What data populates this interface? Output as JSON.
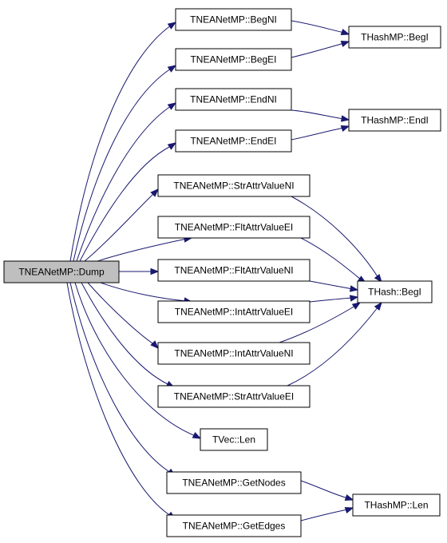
{
  "graph": {
    "colors": {
      "edge": "#191970",
      "root_fill": "#bfbfbf",
      "node_fill": "#ffffff",
      "border": "#000000"
    },
    "nodes": [
      {
        "id": "dump",
        "label": "TNEANetMP::Dump",
        "root": true
      },
      {
        "id": "begni",
        "label": "TNEANetMP::BegNI"
      },
      {
        "id": "begei",
        "label": "TNEANetMP::BegEI"
      },
      {
        "id": "endni",
        "label": "TNEANetMP::EndNI"
      },
      {
        "id": "endei",
        "label": "TNEANetMP::EndEI"
      },
      {
        "id": "strattrvalueni",
        "label": "TNEANetMP::StrAttrValueNI"
      },
      {
        "id": "fltattrvalueei",
        "label": "TNEANetMP::FltAttrValueEI"
      },
      {
        "id": "fltattrvalueni",
        "label": "TNEANetMP::FltAttrValueNI"
      },
      {
        "id": "intattrvalueei",
        "label": "TNEANetMP::IntAttrValueEI"
      },
      {
        "id": "intattrvalueni",
        "label": "TNEANetMP::IntAttrValueNI"
      },
      {
        "id": "strattrvalueei",
        "label": "TNEANetMP::StrAttrValueEI"
      },
      {
        "id": "tveclen",
        "label": "TVec::Len"
      },
      {
        "id": "getnodes",
        "label": "TNEANetMP::GetNodes"
      },
      {
        "id": "getedges",
        "label": "TNEANetMP::GetEdges"
      },
      {
        "id": "thashmpbegi",
        "label": "THashMP::BegI"
      },
      {
        "id": "thashmpendi",
        "label": "THashMP::EndI"
      },
      {
        "id": "thashbegi",
        "label": "THash::BegI"
      },
      {
        "id": "thashmplen",
        "label": "THashMP::Len"
      }
    ],
    "edges": [
      [
        "dump",
        "begni"
      ],
      [
        "dump",
        "begei"
      ],
      [
        "dump",
        "endni"
      ],
      [
        "dump",
        "endei"
      ],
      [
        "dump",
        "strattrvalueni"
      ],
      [
        "dump",
        "fltattrvalueei"
      ],
      [
        "dump",
        "fltattrvalueni"
      ],
      [
        "dump",
        "intattrvalueei"
      ],
      [
        "dump",
        "intattrvalueni"
      ],
      [
        "dump",
        "strattrvalueei"
      ],
      [
        "dump",
        "tveclen"
      ],
      [
        "dump",
        "getnodes"
      ],
      [
        "dump",
        "getedges"
      ],
      [
        "begni",
        "thashmpbegi"
      ],
      [
        "begei",
        "thashmpbegi"
      ],
      [
        "endni",
        "thashmpendi"
      ],
      [
        "endei",
        "thashmpendi"
      ],
      [
        "strattrvalueni",
        "thashbegi"
      ],
      [
        "fltattrvalueei",
        "thashbegi"
      ],
      [
        "fltattrvalueni",
        "thashbegi"
      ],
      [
        "intattrvalueei",
        "thashbegi"
      ],
      [
        "intattrvalueni",
        "thashbegi"
      ],
      [
        "strattrvalueei",
        "thashbegi"
      ],
      [
        "getnodes",
        "thashmplen"
      ],
      [
        "getedges",
        "thashmplen"
      ]
    ]
  }
}
